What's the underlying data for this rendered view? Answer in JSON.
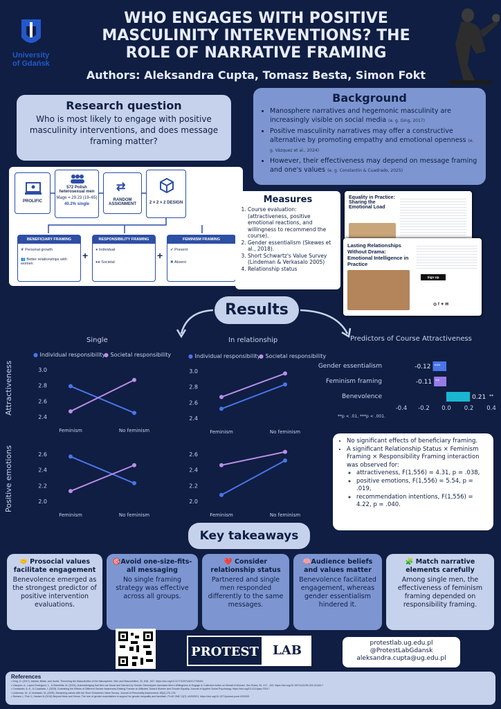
{
  "header": {
    "title": "WHO ENGAGES WITH POSITIVE MASCULINITY INTERVENTIONS? THE ROLE OF NARRATIVE FRAMING",
    "authors": "Authors: Aleksandra Cupta, Tomasz Besta, Simon Fokt",
    "logo_text_1": "University",
    "logo_text_2": "of Gdańsk"
  },
  "research_question": {
    "heading": "Research question",
    "text": "Who is most likely to engage with positive masculinity interventions, and does message framing matter?"
  },
  "background": {
    "heading": "Background",
    "items": [
      {
        "text": "Manosphere narratives and hegemonic masculinity are increasingly visible on social media",
        "cite": "(e. g. Ging, 2017)"
      },
      {
        "text": "Positive masculinity narratives may offer a constructive alternative by promoting empathy and emotional openness",
        "cite": "(e. g. Vázquez et al., 2024)"
      },
      {
        "text": "However, their effectiveness may depend on message framing and one's values",
        "cite": "(e. g. Constantin & Cuadrado, 2025)"
      }
    ]
  },
  "design": {
    "prolific": "PROLIFIC",
    "sample": "572 Polish heterosexual men",
    "age": "Mage = 29.23 (19–65)",
    "single": "40.2% single",
    "random": "RANDOM ASSIGNMENT",
    "design_label": "2 × 2 × 2 DESIGN",
    "f1": {
      "title": "BENEFICIARY FRAMING",
      "a": "Personal growth",
      "b": "Better relationships with women"
    },
    "f2": {
      "title": "RESPONSIBILITY FRAMING",
      "a": "Individual",
      "b": "Societal"
    },
    "f3": {
      "title": "FEMINISM FRAMING",
      "a": "Present",
      "b": "Absent"
    }
  },
  "measures": {
    "heading": "Measures",
    "items": [
      "Course evaluation: (attractiveness, positive emotional reactions, and willingness to recommend the course).",
      "Gender essentialism (Skewes et al., 2018).",
      "Short Schwartz's Value Survey (Lindeman & Verkasalo 2005)",
      "Relationship status"
    ]
  },
  "articles": {
    "a1": "Equality in Practice: Sharing the Emotional Load",
    "a2": "Lasting Relationships Without Drama: Emotional Intelligence in Practice",
    "signup": "Sign Up"
  },
  "results": {
    "heading": "Results",
    "single": "Single",
    "relationship": "In relationship",
    "legend_individual": "Individual responsibility",
    "legend_societal": "Societal responsibility",
    "y_attr": "Attractiveness",
    "y_pos": "Positive emotions",
    "x_fem": "Feminism",
    "x_nofem": "No feminism",
    "predictors_title": "Predictors of Course Attractiveness",
    "sig_note": "**p < .01, ***p < .001.",
    "colors": {
      "individual": "#4a74e8",
      "societal": "#b98ee8",
      "bar_neg": "#4a74e8",
      "bar_neg2": "#9a7ae8",
      "bar_pos": "#19b6d2"
    }
  },
  "chart_data": [
    {
      "type": "line",
      "title": "Single",
      "ylabel": "Attractiveness",
      "x": [
        "Feminism",
        "No feminism"
      ],
      "ylim": [
        2.4,
        3.0
      ],
      "yticks": [
        "3.0",
        "2.8",
        "2.6",
        "2.4"
      ],
      "series": [
        {
          "name": "Individual responsibility",
          "values": [
            2.79,
            2.45
          ]
        },
        {
          "name": "Societal responsibility",
          "values": [
            2.47,
            2.87
          ]
        }
      ]
    },
    {
      "type": "line",
      "title": "In relationship",
      "ylabel": "Attractiveness",
      "x": [
        "Feminism",
        "No feminism"
      ],
      "ylim": [
        2.4,
        3.0
      ],
      "yticks": [
        "3.0",
        "2.8",
        "2.6",
        "2.4"
      ],
      "series": [
        {
          "name": "Individual responsibility",
          "values": [
            2.52,
            2.83
          ]
        },
        {
          "name": "Societal responsibility",
          "values": [
            2.67,
            2.97
          ]
        }
      ]
    },
    {
      "type": "line",
      "title": "",
      "ylabel": "Positive emotions",
      "x": [
        "Feminism",
        "No feminism"
      ],
      "ylim": [
        2.0,
        2.6
      ],
      "yticks": [
        "2.6",
        "2.4",
        "2.2",
        "2.0"
      ],
      "series": [
        {
          "name": "Individual responsibility",
          "values": [
            2.57,
            2.23
          ]
        },
        {
          "name": "Societal responsibility",
          "values": [
            2.13,
            2.46
          ]
        }
      ]
    },
    {
      "type": "line",
      "title": "",
      "ylabel": "Positive emotions",
      "x": [
        "Feminism",
        "No feminism"
      ],
      "ylim": [
        2.0,
        2.6
      ],
      "yticks": [
        "2.6",
        "2.4",
        "2.2",
        "2.0"
      ],
      "series": [
        {
          "name": "Individual responsibility",
          "values": [
            2.08,
            2.52
          ]
        },
        {
          "name": "Societal responsibility",
          "values": [
            2.46,
            2.63
          ]
        }
      ]
    },
    {
      "type": "bar",
      "title": "Predictors of Course Attractiveness",
      "categories": [
        "Gender essentialism",
        "Feminism framing",
        "Benevolence"
      ],
      "values": [
        -0.12,
        -0.11,
        0.21
      ],
      "labels": [
        "-0.12",
        "-0.11",
        "0.21"
      ],
      "sig": [
        "***",
        "**",
        "**"
      ],
      "xlim": [
        -0.4,
        0.4
      ],
      "xticks": [
        "-0.4",
        "-0.2",
        "0.0",
        "0.2",
        "0.4"
      ]
    }
  ],
  "stats": {
    "b1": "No significant effects of beneficiary framing.",
    "b2": "A significant Relationship Status × Feminism Framing × Responsibility Framing interaction was observed for:",
    "s1": "attractiveness, F(1,556) = 4.31, p = .038,",
    "s2": "positive emotions, F(1,556) = 5.54, p = .019,",
    "s3": "recommendation intentions, F(1,556) = 4.22, p = .040."
  },
  "takeaways": {
    "heading": "Key takeaways",
    "items": [
      {
        "title": "🤝 Prosocial values facilitate engagement",
        "text": "Benevolence emerged as the strongest predictor of positive intervention evaluations."
      },
      {
        "title": "🎯Avoid one-size-fits-all messaging",
        "text": "No single framing strategy was effective across all groups."
      },
      {
        "title": "❤️ Consider relationship status",
        "text": "Partnered and single men responded differently to the same messages."
      },
      {
        "title": "🧠Audience beliefs and values matter",
        "text": "Benevolence facilitated engagement, whereas gender essentialism hindered it."
      },
      {
        "title": "🧩 Match narrative elements carefully",
        "text": "Among single men, the effectiveness of feminism framing depended on responsibility framing."
      }
    ]
  },
  "footer": {
    "lab_a": "PROTEST",
    "lab_b": "LAB",
    "contact1": "protestlab.ug.edu.pl",
    "contact2": "@ProtestLabGdansk",
    "contact3": "aleksandra.cupta@ug.edu.pl",
    "refs_heading": "References",
    "refs": [
      "• Ging, D. (2017). Alphas, Betas, and Incels: Theorizing the Masculinities of the Manosphere. Men and Masculinities, 22, 638 - 657. https://doi.org/10.1177/1097184X17706401",
      "• Vázquez, A., López-Rodríguez, L., & Brambilla, M. (2024). Acknowledging that Men are Moral and Harmed by Gender Stereotypes Increases Men's Willingness to Engage in Collective Action on Behalf of Women. Sex Roles, 90, 417 - 443. https://doi.org/10.1007/s11199-024-01444-7",
      "• Constantin, A. A., & Cuadrado, I. (2025). Examining the Effects of Different Gender Awareness-Raising Frames on Attitudes Toward Women and Gender Equality. Journal of Applied Social Psychology. https://doi.org/10.1111/jasp.70017",
      "• Lindeman, M., & Verkasalo, M. (2005). Measuring values with the Short Schwartz's Value Survey. Journal of Personality Assessment, 85(2),170-178.",
      "• Skewes L, Fine C, Haslam N (2018) Beyond Mars and Venus: The role of gender essentialism in support for gender inequality and backlash. PLoS ONE 13(7): e0200921. https://doi.org/10.1371/journal.pone.0200921"
    ]
  }
}
